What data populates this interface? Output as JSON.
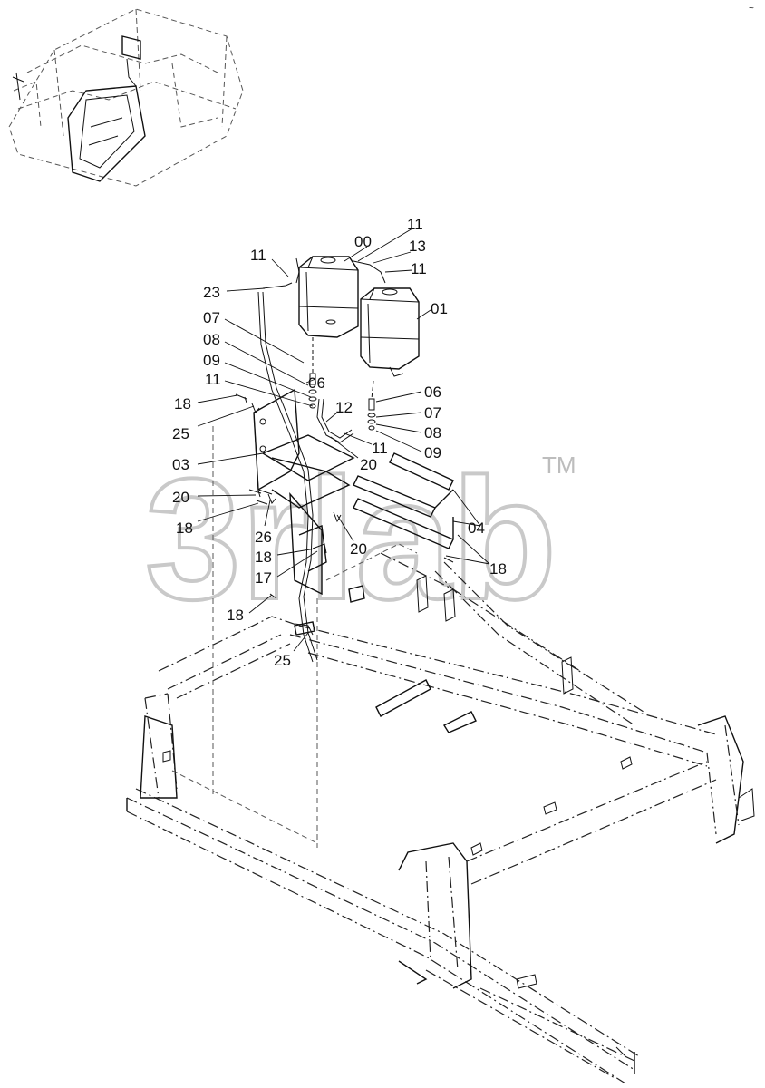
{
  "watermark": {
    "text": "3rlab",
    "trademark": "TM"
  },
  "corner_mark": "~",
  "callouts": {
    "c00": "00",
    "c01": "01",
    "c03": "03",
    "c04": "04",
    "c06a": "06",
    "c06b": "06",
    "c07a": "07",
    "c07b": "07",
    "c08a": "08",
    "c08b": "08",
    "c09a": "09",
    "c09b": "09",
    "c11a": "11",
    "c11b": "11",
    "c11c": "11",
    "c11d": "11",
    "c11e": "11",
    "c12": "12",
    "c13": "13",
    "c17": "17",
    "c18a": "18",
    "c18b": "18",
    "c18c": "18",
    "c18d": "18",
    "c18e": "18",
    "c20a": "20",
    "c20b": "20",
    "c20c": "20",
    "c23": "23",
    "c25a": "25",
    "c25b": "25",
    "c26": "26"
  }
}
